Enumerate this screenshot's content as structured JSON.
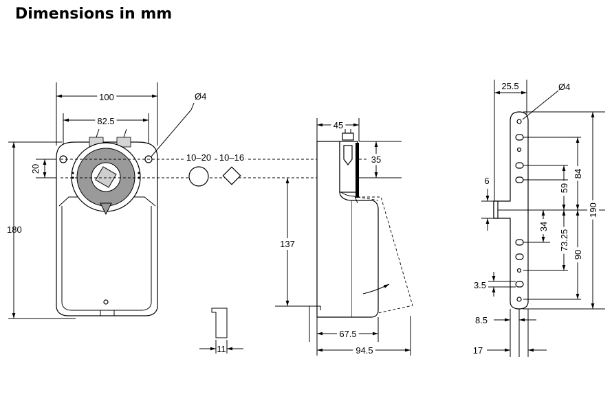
{
  "title": "Dimensions in mm",
  "front": {
    "width_outer": "100",
    "width_holes": "82.5",
    "hole_dia": "Ø4",
    "offset": "20",
    "height": "180"
  },
  "shaft": {
    "round_range": "10–20",
    "square_range": "10–16",
    "clip_width": "11"
  },
  "side": {
    "depth_top": "45",
    "top_height": "35",
    "height": "137",
    "depth_base": "67.5",
    "depth_total": "94.5"
  },
  "bracket": {
    "top_offset": "25.5",
    "hole_dia": "Ø4",
    "pin_offset": "6",
    "d_84": "84",
    "d_59": "59",
    "d_190": "190",
    "d_34": "34",
    "d_73_25": "73.25",
    "d_90": "90",
    "d_3_5": "3.5",
    "d_8_5": "8.5",
    "d_17": "17"
  }
}
